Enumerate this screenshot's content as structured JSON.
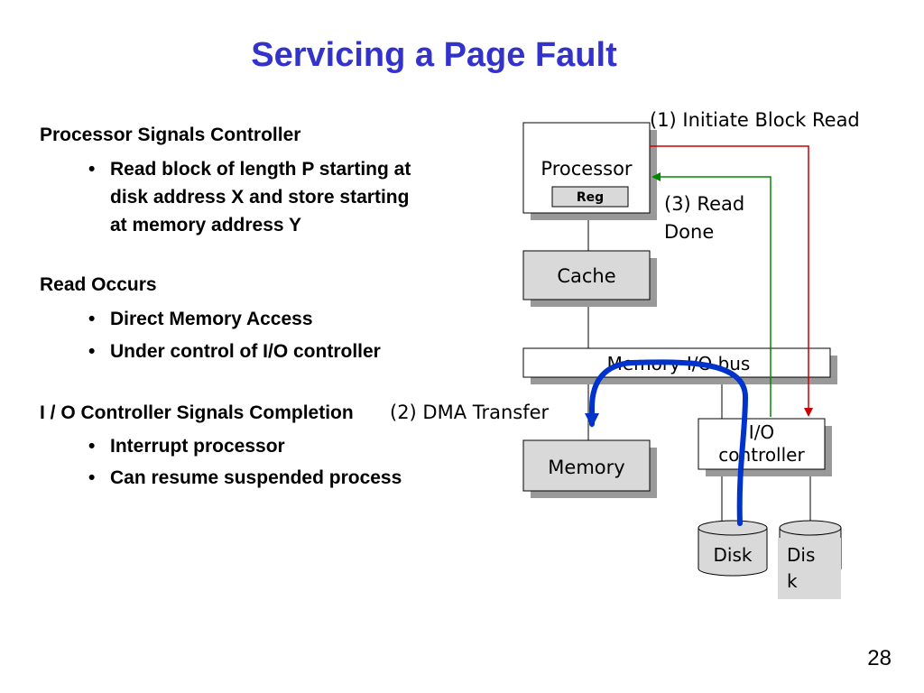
{
  "title": "Servicing a Page Fault",
  "outline": [
    {
      "heading": "Processor Signals Controller",
      "bullets": [
        "Read block of length P starting at disk address X and store starting at memory address Y"
      ]
    },
    {
      "heading": "Read Occurs",
      "bullets": [
        "Direct Memory Access",
        "Under control of I/O controller"
      ]
    },
    {
      "heading": "I / O Controller Signals Completion",
      "bullets": [
        "Interrupt processor",
        "Can resume suspended process"
      ]
    }
  ],
  "diagram": {
    "processor": "Processor",
    "reg": "Reg",
    "cache": "Cache",
    "bus": "Memory-I/O bus",
    "memory": "Memory",
    "io_controller_line1": "I/O",
    "io_controller_line2": "controller",
    "disk1": "Disk",
    "disk2_line1": "Dis",
    "disk2_line2": "k",
    "step1": "(1) Initiate Block Read",
    "step2": "(2) DMA Transfer",
    "step3_line1": "(3) Read",
    "step3_line2": "Done",
    "colors": {
      "title": "#3333cc",
      "initiate_arrow": "#cc0000",
      "read_done_arrow": "#008800",
      "dma_arrow": "#0033cc",
      "box_fill": "#d9d9d9",
      "shadow": "#999999"
    }
  },
  "page_number": "28"
}
